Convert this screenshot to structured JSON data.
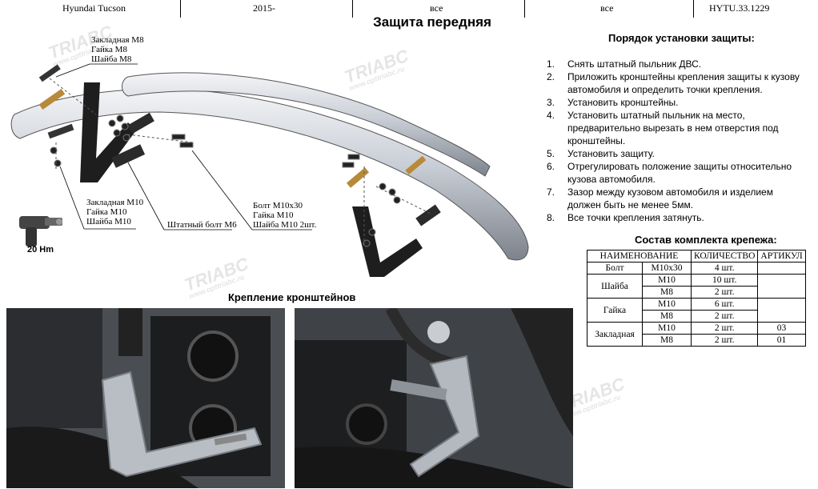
{
  "header": {
    "model": "Hyundai Tucson",
    "years": "2015-",
    "engine": "все",
    "trim": "все",
    "code": "HYTU.33.1229"
  },
  "title": "Защита передняя",
  "diagram": {
    "labels": {
      "top_left": [
        "Закладная M8",
        "Гайка M8",
        "Шайба M8"
      ],
      "bottom_left": [
        "Закладная M10",
        "Гайка M10",
        "Шайба M10"
      ],
      "bolt_m6": "Штатный болт M6",
      "right": [
        "Болт M10x30",
        "Гайка M10",
        "Шайба M10 2шт."
      ]
    },
    "torque": "20 Hm",
    "watermark_text": "TRIABC",
    "watermark_url": "www.opttriabc.ru"
  },
  "install": {
    "title": "Порядок установки защиты:",
    "steps": [
      {
        "n": "1.",
        "text": "Снять штатный пыльник ДВС."
      },
      {
        "n": "2.",
        "text": "Приложить кронштейны крепления защиты к кузову автомобиля и определить точки крепления."
      },
      {
        "n": "3.",
        "text": "Установить кронштейны."
      },
      {
        "n": "4.",
        "text": "Установить штатный пыльник на место, предварительно вырезать в нем отверстия под кронштейны."
      },
      {
        "n": "5.",
        "text": "Установить защиту."
      },
      {
        "n": "6.",
        "text": "Отрегулировать положение защиты относительно кузова автомобиля."
      },
      {
        "n": "7.",
        "text": "Зазор между кузовом автомобиля и изделием должен быть не менее 5мм."
      },
      {
        "n": "8.",
        "text": "Все точки крепления затянуть."
      }
    ]
  },
  "kit": {
    "title": "Состав комплекта крепежа:",
    "headers": [
      "НАИМЕНОВАНИЕ",
      "КОЛИЧЕСТВО",
      "АРТИКУЛ"
    ],
    "rows": {
      "bolt": {
        "name": "Болт",
        "size": "M10x30",
        "qty": "4 шт.",
        "art": ""
      },
      "washer": {
        "name": "Шайба",
        "size1": "M10",
        "qty1": "10 шт.",
        "size2": "M8",
        "qty2": "2 шт."
      },
      "nut": {
        "name": "Гайка",
        "size1": "M10",
        "qty1": "6 шт.",
        "size2": "M8",
        "qty2": "2 шт."
      },
      "insert": {
        "name": "Закладная",
        "size1": "M10",
        "qty1": "2 шт.",
        "art1": "03",
        "size2": "M8",
        "qty2": "2 шт.",
        "art2": "01"
      }
    }
  },
  "photos_title": "Крепление кронштейнов",
  "colors": {
    "tube": "#c8cdd4",
    "bracket": "#1a1a1a",
    "photo_dark": "#3a3d42"
  }
}
